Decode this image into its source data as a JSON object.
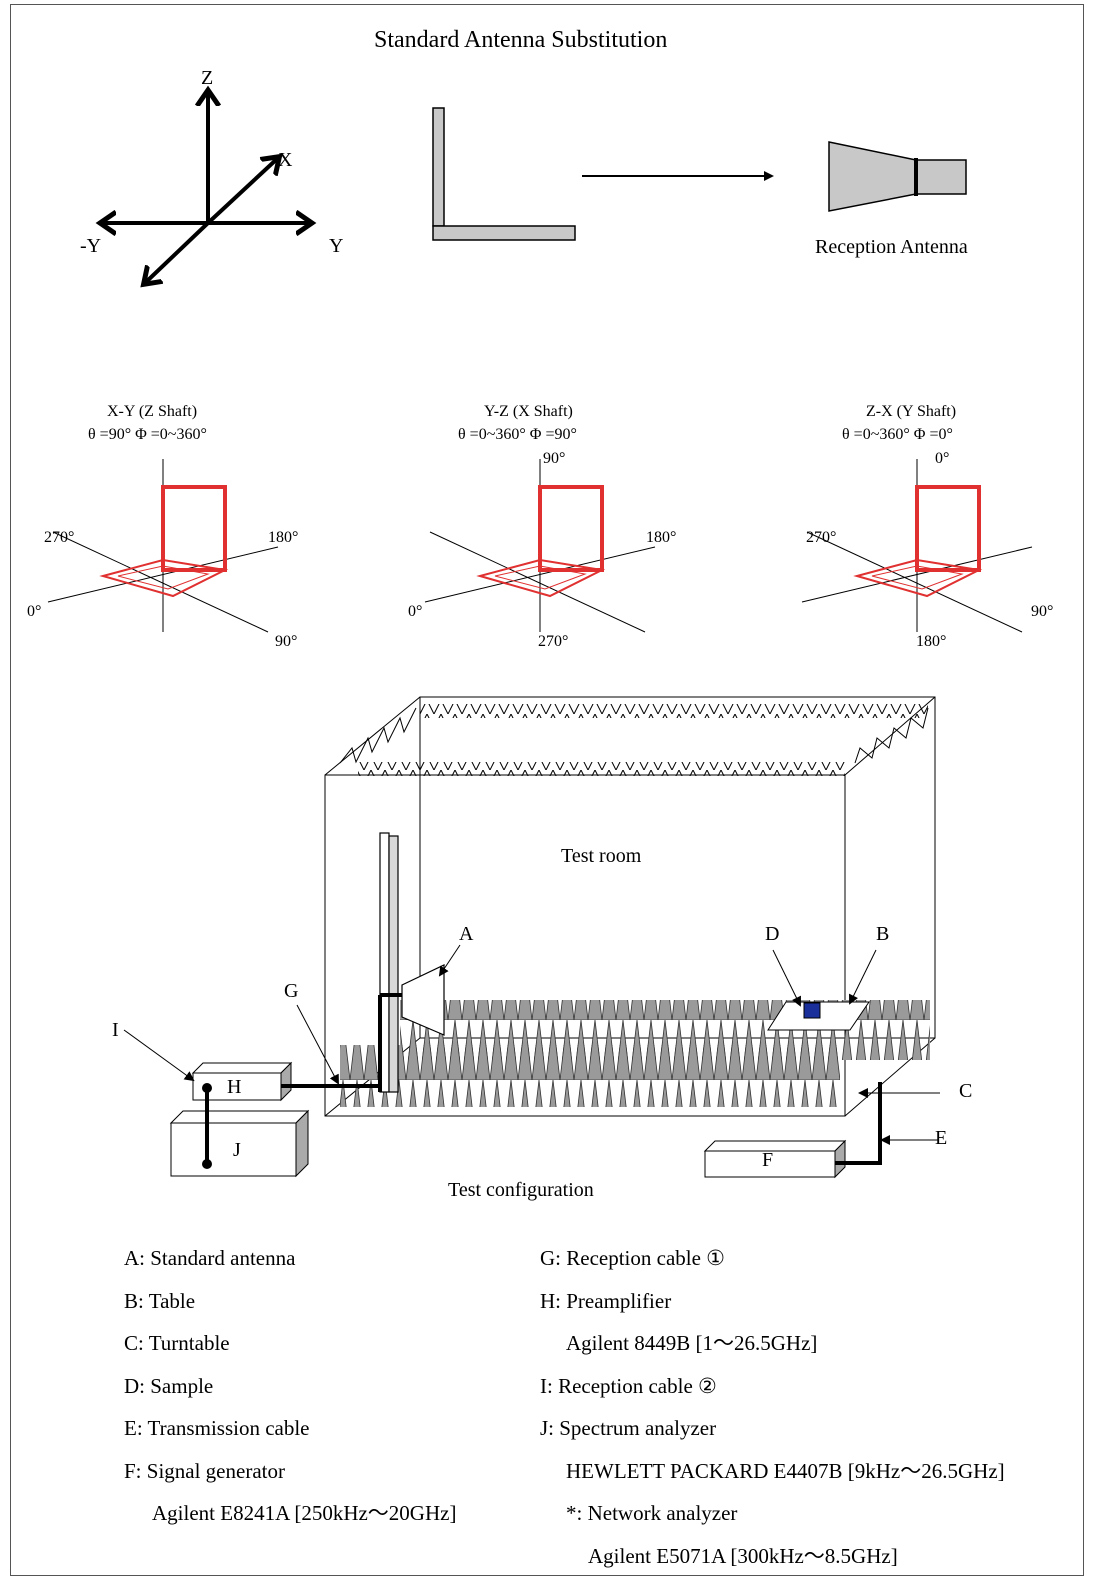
{
  "title": "Standard Antenna Substitution",
  "axes": {
    "z": "Z",
    "x": "X",
    "neg_y": "-Y",
    "y": "Y"
  },
  "reception_antenna_label": "Reception Antenna",
  "planes": [
    {
      "title": "X-Y (Z Shaft)",
      "params": "θ =90°   Φ =0~360°",
      "top": "",
      "left": "270°",
      "right": "180°",
      "far_left": "0°",
      "bottom_right": "90°",
      "bottom": ""
    },
    {
      "title": "Y-Z (X Shaft)",
      "params": "θ =0~360°   Φ =90°",
      "top": "90°",
      "left": "",
      "right": "180°",
      "far_left": "0°",
      "bottom_right": "",
      "bottom": "270°"
    },
    {
      "title": "Z-X (Y Shaft)",
      "params": "θ =0~360°   Φ =0°",
      "top": "0°",
      "left": "270°",
      "right": "",
      "far_left": "",
      "bottom_right": "90°",
      "bottom": "180°"
    }
  ],
  "test_room_label": "Test room",
  "config_label": "Test configuration",
  "markers": {
    "a": "A",
    "b": "B",
    "c": "C",
    "d": "D",
    "e": "E",
    "f": "F",
    "g": "G",
    "h": "H",
    "i": "I",
    "j": "J"
  },
  "legend_left": [
    "A: Standard antenna",
    "B: Table",
    "C: Turntable",
    "D: Sample",
    "E: Transmission cable",
    "F: Signal generator",
    "Agilent E8241A [250kHz～20GHz]"
  ],
  "legend_right": [
    "G: Reception cable  ①",
    "H: Preamplifier",
    "Agilent 8449B [1～26.5GHz]",
    "I: Reception cable  ②",
    "J: Spectrum analyzer",
    "HEWLETT PACKARD E4407B [9kHz～26.5GHz]",
    "*: Network analyzer",
    "Agilent E5071A [300kHz～8.5GHz]"
  ]
}
